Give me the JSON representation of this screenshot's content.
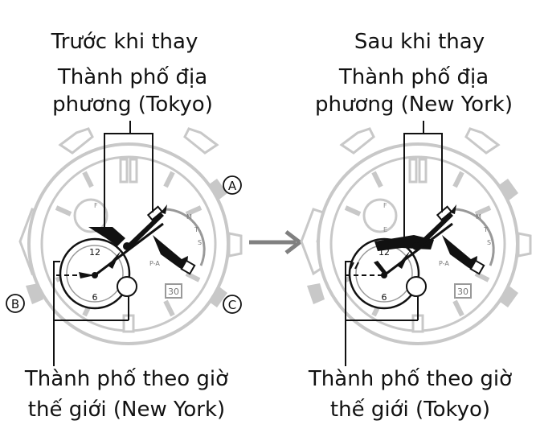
{
  "panels": [
    {
      "before_after": "Trước khi thay",
      "home_city_label": "Thành phố địa",
      "home_city_value": "phương (Tokyo)",
      "world_city_label": "Thành phố theo giờ",
      "world_city_value": "thế giới (New York)"
    },
    {
      "before_after": "Sau khi thay",
      "home_city_label": "Thành phố địa",
      "home_city_value": "phương (New York)",
      "world_city_label": "Thành phố theo giờ",
      "world_city_value": "thế giới (Tokyo)"
    }
  ],
  "buttons": {
    "a": "A",
    "b": "B",
    "c": "C"
  },
  "dial": {
    "twelve": "12",
    "six": "6",
    "date": "30",
    "pa": "P-A",
    "e": "E",
    "f": "F",
    "m": "M",
    "t": "T",
    "s": "S"
  }
}
